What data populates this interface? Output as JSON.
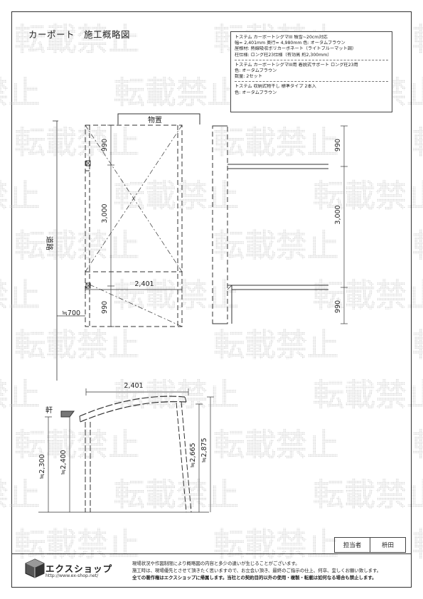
{
  "page": {
    "title": "カーポート　施工概略図"
  },
  "spec": {
    "lines": [
      "トステム カーポートシグマIII 積雪~20cm対応",
      "幅= 2,401mm 奥行= 4,980mm 色: オータムブラウン",
      "屋根材: 熱線吸収ポリカーボネート（ライトブルーマット調）",
      "柱仕様: ロング柱23仕様（有効高 約2,300mm）",
      "トステム カーポートシグマIII用 着脱式サポート ロング柱23用",
      "色: オータムブラウン",
      "数量: 2セット",
      "トステム 収納式物干し 標準タイプ 2本入",
      "色: オータムブラウン"
    ]
  },
  "plan": {
    "storage_label": "物置",
    "road_label": "道路",
    "dim_top": "990",
    "dim_middle": "3,000",
    "dim_bottom": "990",
    "dim_width": "2,401",
    "dim_offset": "≒700"
  },
  "side": {
    "dim_top": "990",
    "dim_middle": "3,000",
    "dim_bottom": "990"
  },
  "elevation": {
    "dim_width": "2,401",
    "eave_label": "軒",
    "dim_2300": "≒2,300",
    "dim_2400": "≒2,400",
    "dim_2665": "≒2,665",
    "dim_2875": "≒2,875"
  },
  "watermark": {
    "text": "転載禁止"
  },
  "sign": {
    "label": "担当者",
    "name": "枡田"
  },
  "footer": {
    "brand": "エクスショップ",
    "url": "http://www.ex-shop.net/",
    "notes": [
      "現場状況や作図制限により概略図の内容と多少の違いが生じることがございます。",
      "施工時は、現場優先とさせて頂きたく思いますので、お立会い頂き、最終のご指示の仕上、何卒、宜しくお願い致します。",
      "全ての著作権はエクスショップに帰属します。当社との契約目的以外の使用・複製・転載は如何なる場合も禁止します。"
    ]
  }
}
